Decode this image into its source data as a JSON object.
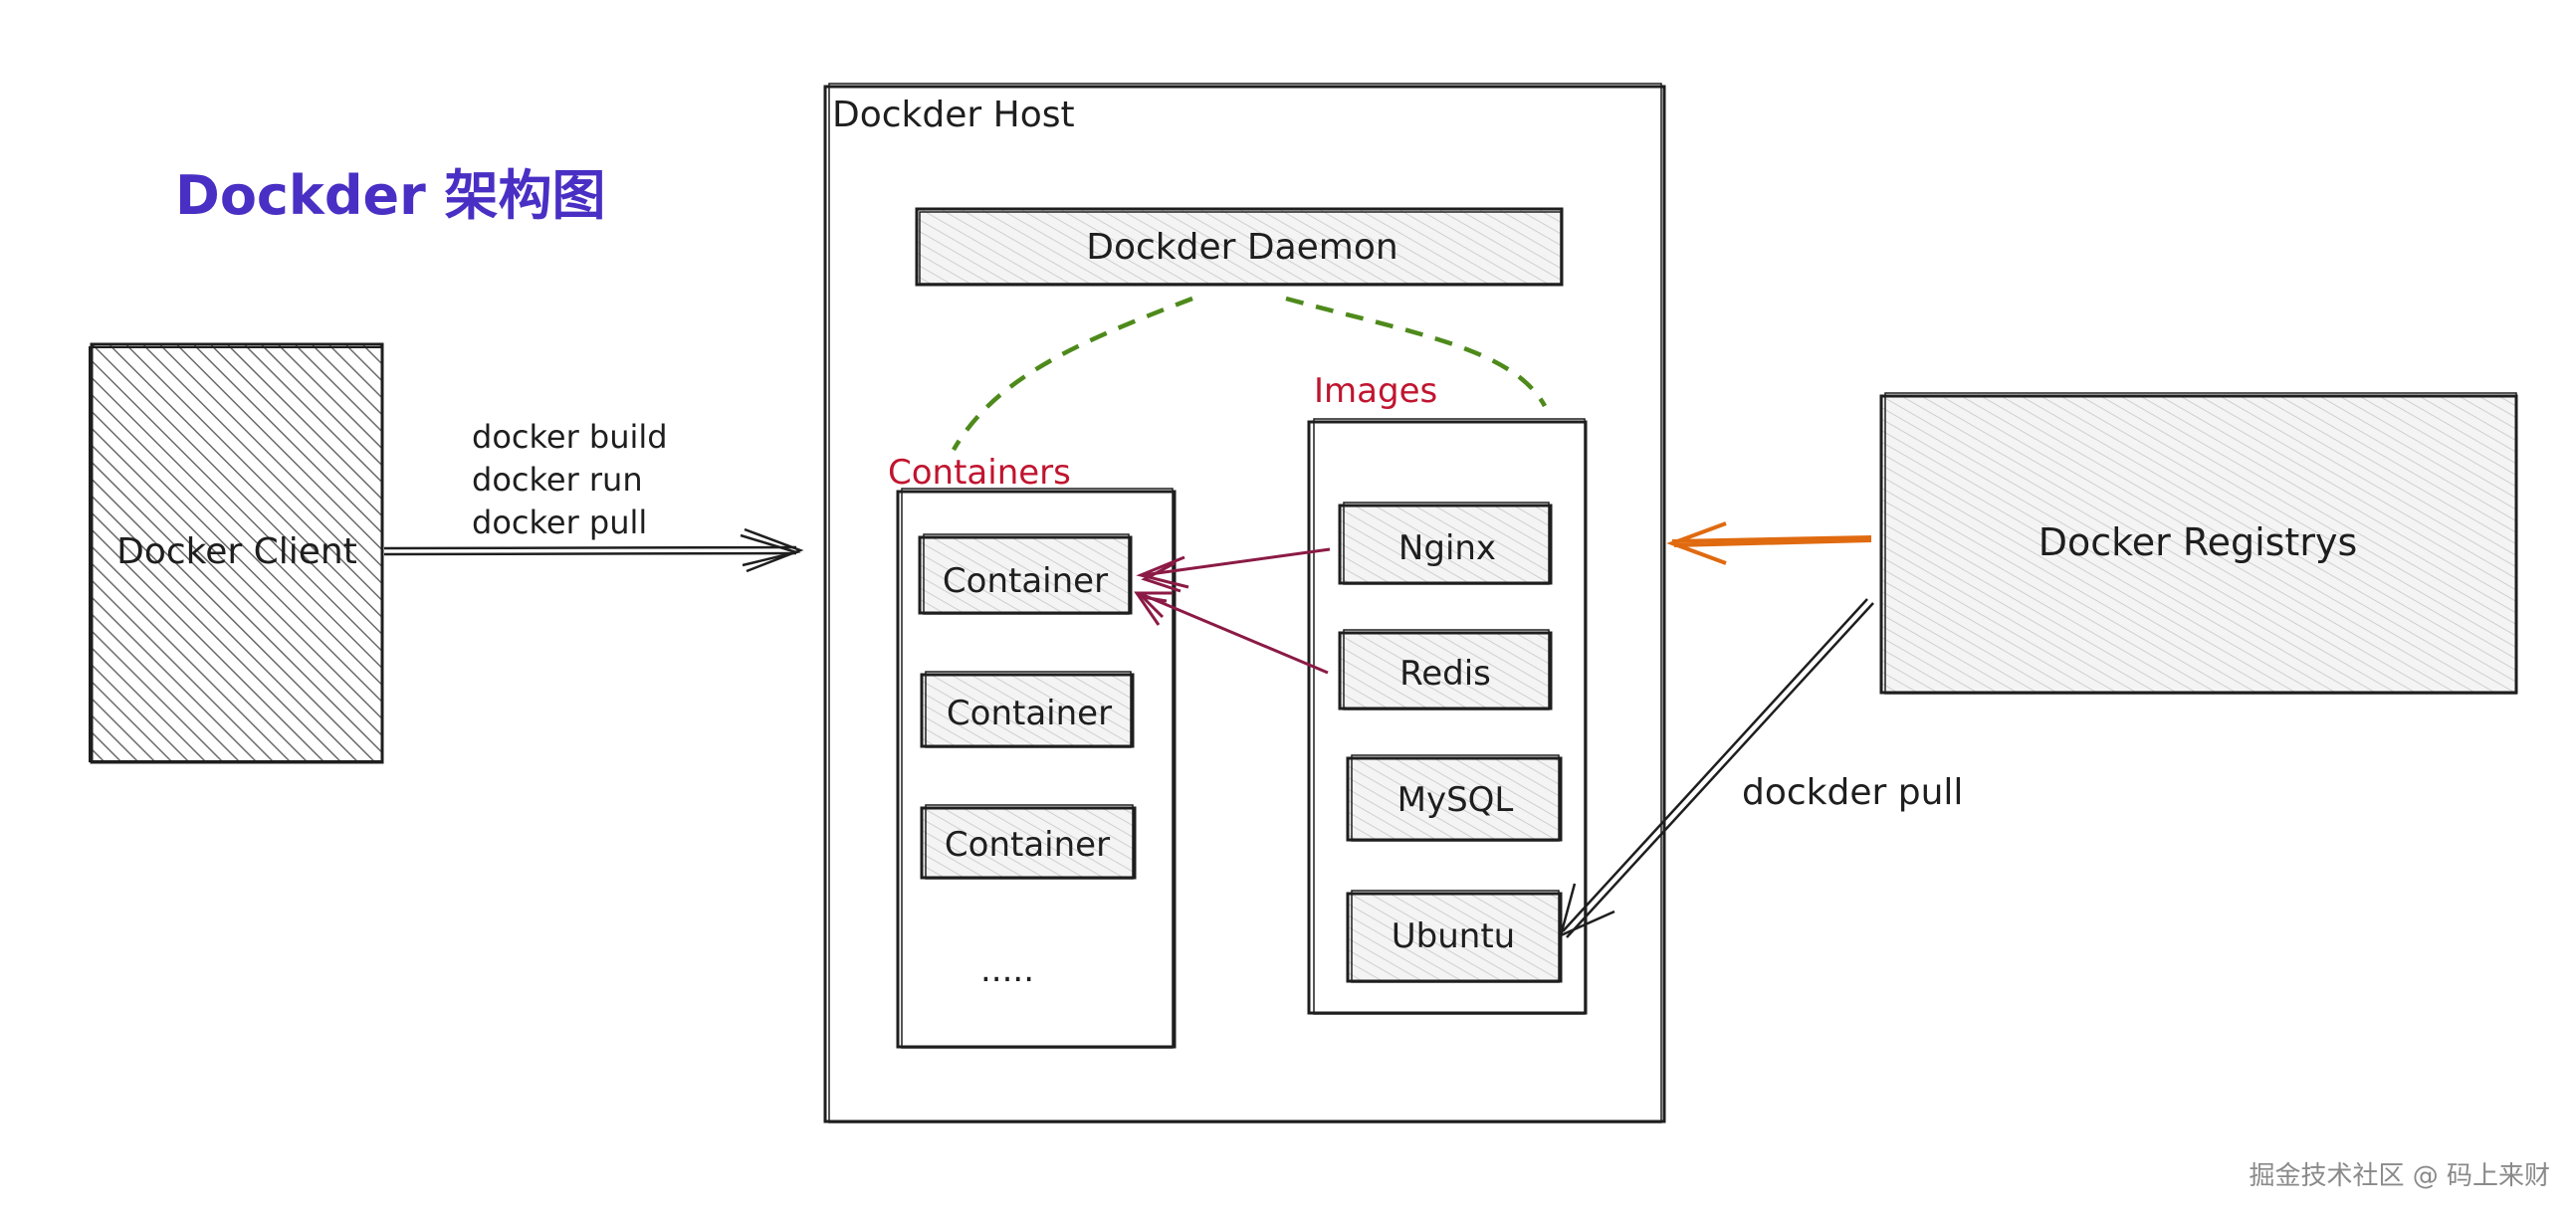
{
  "title": "Dockder 架构图",
  "client": {
    "label": "Docker Client"
  },
  "commands": [
    "docker build",
    "docker run",
    "docker pull"
  ],
  "host": {
    "label": "Dockder Host",
    "daemon": "Dockder Daemon",
    "containers": {
      "heading": "Containers",
      "items": [
        "Container",
        "Container",
        "Container"
      ],
      "more": "....."
    },
    "images": {
      "heading": "Images",
      "items": [
        "Nginx",
        "Redis",
        "MySQL",
        "Ubuntu"
      ]
    }
  },
  "registry": {
    "label": "Docker Registrys",
    "pull_label": "dockder pull"
  },
  "watermark": "掘金技术社区 @ 码上来财",
  "colors": {
    "title": "#4a2fc4",
    "heading": "#c0152f",
    "dash": "#4e8a1b",
    "orange": "#e06a10",
    "crimson": "#8b1a45",
    "stroke": "#1e1e1e"
  }
}
